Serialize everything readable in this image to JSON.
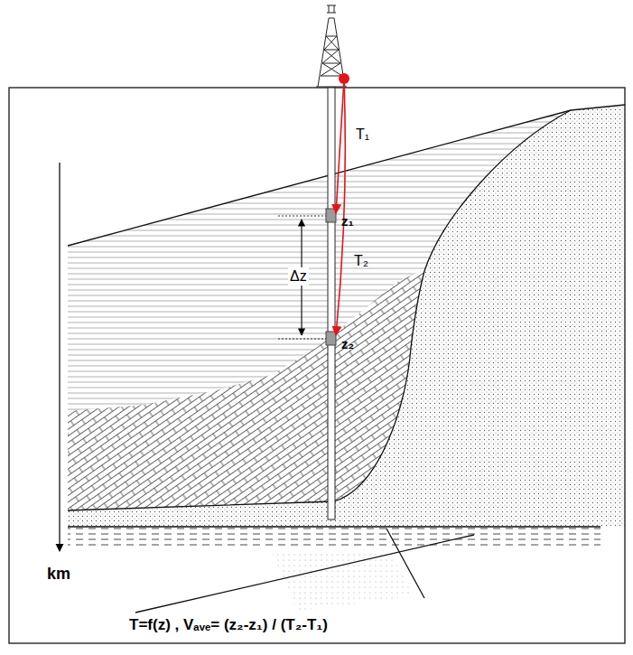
{
  "diagram": {
    "labels": [
      "T₁",
      "z₁",
      "Δz",
      "T₂",
      "z₂",
      "km",
      "T=f(z) , Vₐᵥₑ= (z₂-z₁) / (T₂-T₁)"
    ]
  }
}
